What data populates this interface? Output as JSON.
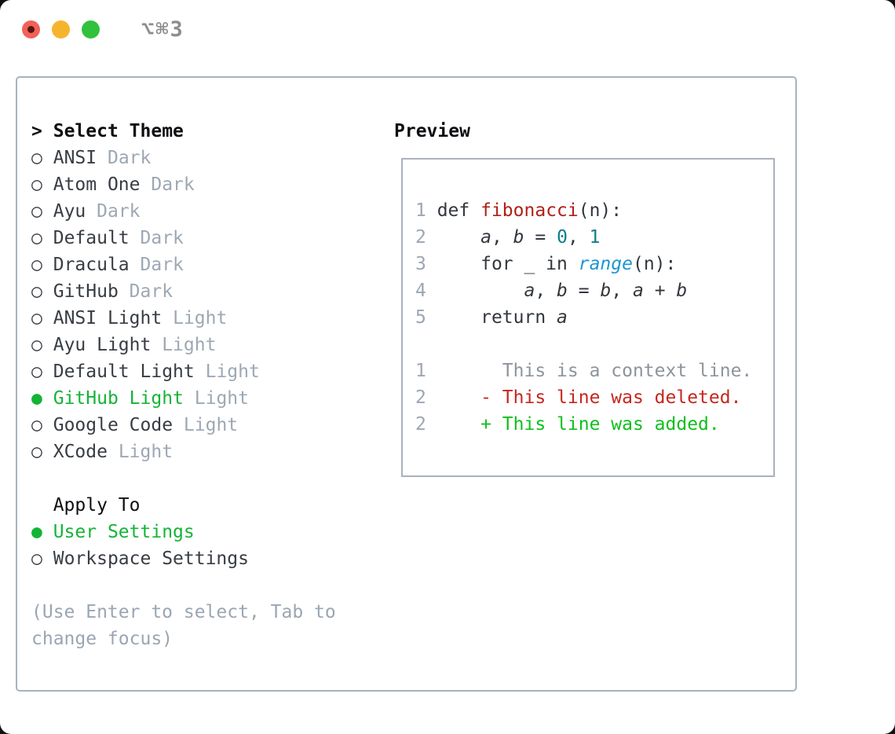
{
  "window": {
    "title": "⌥⌘3"
  },
  "glyphs": {
    "prompt": ">",
    "radio_unselected": "○",
    "radio_selected": "●"
  },
  "theme_selector": {
    "header": "Select Theme",
    "themes": [
      {
        "name": "ANSI",
        "variant": "Dark",
        "selected": false
      },
      {
        "name": "Atom One",
        "variant": "Dark",
        "selected": false
      },
      {
        "name": "Ayu",
        "variant": "Dark",
        "selected": false
      },
      {
        "name": "Default",
        "variant": "Dark",
        "selected": false
      },
      {
        "name": "Dracula",
        "variant": "Dark",
        "selected": false
      },
      {
        "name": "GitHub",
        "variant": "Dark",
        "selected": false
      },
      {
        "name": "ANSI Light",
        "variant": "Light",
        "selected": false
      },
      {
        "name": "Ayu Light",
        "variant": "Light",
        "selected": false
      },
      {
        "name": "Default Light",
        "variant": "Light",
        "selected": false
      },
      {
        "name": "GitHub Light",
        "variant": "Light",
        "selected": true
      },
      {
        "name": "Google Code",
        "variant": "Light",
        "selected": false
      },
      {
        "name": "XCode",
        "variant": "Light",
        "selected": false
      }
    ],
    "apply_to": {
      "header": "Apply To",
      "options": [
        {
          "name": "User Settings",
          "selected": true
        },
        {
          "name": "Workspace Settings",
          "selected": false
        }
      ]
    },
    "help_text": "(Use Enter to select, Tab to change focus)"
  },
  "preview": {
    "header": "Preview",
    "lines": [
      {
        "num": "1",
        "tokens": [
          {
            "text": " def ",
            "style": "code"
          },
          {
            "text": "fibonacci",
            "style": "function"
          },
          {
            "text": "(n):",
            "style": "code"
          }
        ]
      },
      {
        "num": "2",
        "tokens": [
          {
            "text": "     ",
            "style": "code"
          },
          {
            "text": "a",
            "style": "variable"
          },
          {
            "text": ", ",
            "style": "code"
          },
          {
            "text": "b",
            "style": "variable"
          },
          {
            "text": " = ",
            "style": "code"
          },
          {
            "text": "0",
            "style": "literal"
          },
          {
            "text": ", ",
            "style": "code"
          },
          {
            "text": "1",
            "style": "literal"
          }
        ]
      },
      {
        "num": "3",
        "tokens": [
          {
            "text": "     for _ in ",
            "style": "code"
          },
          {
            "text": "range",
            "style": "builtin"
          },
          {
            "text": "(n):",
            "style": "code"
          }
        ]
      },
      {
        "num": "4",
        "tokens": [
          {
            "text": "         ",
            "style": "code"
          },
          {
            "text": "a",
            "style": "variable"
          },
          {
            "text": ", ",
            "style": "code"
          },
          {
            "text": "b",
            "style": "variable"
          },
          {
            "text": " = ",
            "style": "code"
          },
          {
            "text": "b",
            "style": "variable"
          },
          {
            "text": ", ",
            "style": "code"
          },
          {
            "text": "a",
            "style": "variable"
          },
          {
            "text": " + ",
            "style": "code"
          },
          {
            "text": "b",
            "style": "variable"
          }
        ]
      },
      {
        "num": "5",
        "tokens": [
          {
            "text": "     return ",
            "style": "code"
          },
          {
            "text": "a",
            "style": "variable"
          }
        ]
      },
      {
        "num": "",
        "tokens": []
      },
      {
        "num": "1",
        "tokens": [
          {
            "text": "       This is a context line.",
            "style": "context"
          }
        ]
      },
      {
        "num": "2",
        "tokens": [
          {
            "text": "     - This line was deleted.",
            "style": "deleted"
          }
        ]
      },
      {
        "num": "2",
        "tokens": [
          {
            "text": "     + This line was added.",
            "style": "added"
          }
        ]
      }
    ]
  },
  "colors": {
    "border": "#a9b2bd",
    "headerText": "#0d0f12",
    "itemName": "#383d44",
    "variant": "#9da8b4",
    "selection": "#14b437",
    "help": "#9aa6b3",
    "lineNumber": "#9ca7b3",
    "codeDefault": "#32373e",
    "func": "#ae2119",
    "literal": "#0d7e86",
    "builtin": "#1d96d3",
    "context": "#8d949c",
    "deleted": "#c6271e",
    "added": "#10bf1d",
    "titleText": "#8d8d8d",
    "tlRed": "#f2605a",
    "tlRedDot": "#571511",
    "tlYellow": "#f6b42e",
    "tlGreen": "#32c13c"
  }
}
